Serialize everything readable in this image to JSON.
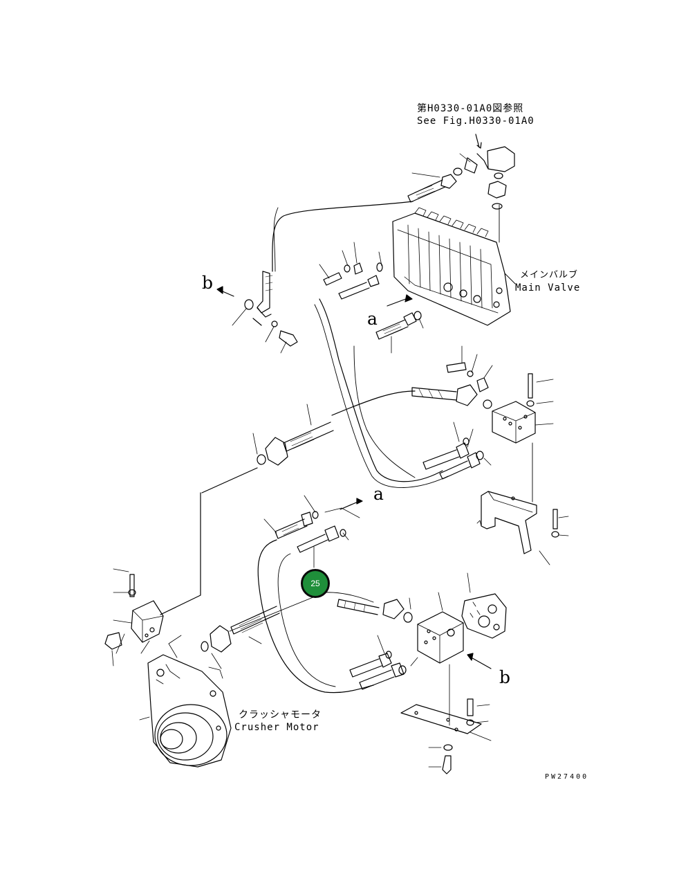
{
  "labels": {
    "ref_jp": "第H0330-01A0図参照",
    "ref_en": "See Fig.H0330-01A0",
    "main_valve_jp": "メインバルブ",
    "main_valve_en": "Main Valve",
    "crusher_motor_jp": "クラッシャモータ",
    "crusher_motor_en": "Crusher Motor",
    "figure_code": "PW27400"
  },
  "letters": {
    "b_top": "b",
    "a_mid": "a",
    "a_low": "a",
    "b_low": "b"
  },
  "callouts": [
    {
      "label": "25",
      "color": "#1f8f3a"
    }
  ],
  "colors": {
    "line": "#000000",
    "background": "#ffffff"
  }
}
